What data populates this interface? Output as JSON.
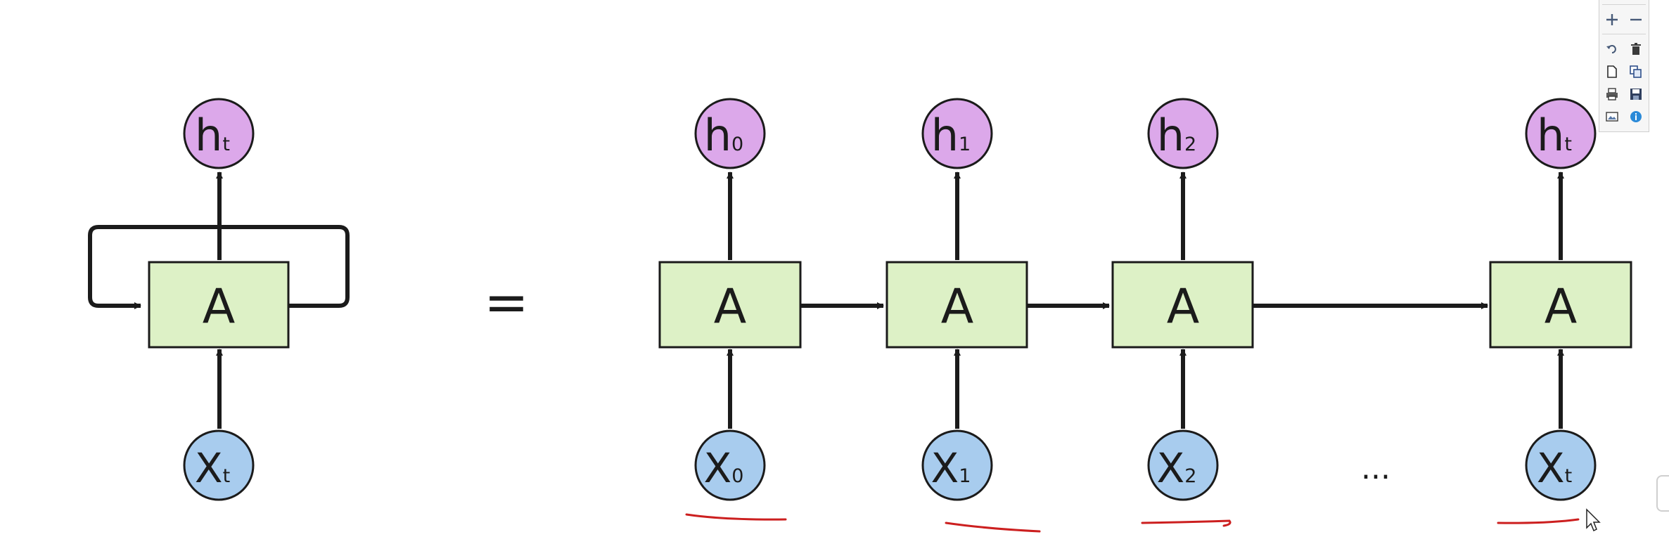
{
  "toolbar": {
    "buttons": [
      {
        "name": "zoom-in-button",
        "icon": "plus-icon"
      },
      {
        "name": "zoom-out-button",
        "icon": "minus-icon"
      },
      {
        "name": "undo-button",
        "icon": "undo-icon"
      },
      {
        "name": "delete-button",
        "icon": "trash-icon"
      },
      {
        "name": "new-page-button",
        "icon": "new-page-icon"
      },
      {
        "name": "copy-button",
        "icon": "copy-icon"
      },
      {
        "name": "print-button",
        "icon": "printer-icon"
      },
      {
        "name": "save-button",
        "icon": "floppy-disk-icon"
      },
      {
        "name": "image-button",
        "icon": "image-icon"
      },
      {
        "name": "info-button",
        "icon": "info-icon"
      }
    ]
  },
  "diagram": {
    "rolled": {
      "output": {
        "base": "h",
        "sub": "t"
      },
      "cell": "A",
      "input": {
        "base": "X",
        "sub": "t"
      }
    },
    "equals": "=",
    "unrolled": [
      {
        "output": {
          "base": "h",
          "sub": "0"
        },
        "cell": "A",
        "input": {
          "base": "X",
          "sub": "0"
        }
      },
      {
        "output": {
          "base": "h",
          "sub": "1"
        },
        "cell": "A",
        "input": {
          "base": "X",
          "sub": "1"
        }
      },
      {
        "output": {
          "base": "h",
          "sub": "2"
        },
        "cell": "A",
        "input": {
          "base": "X",
          "sub": "2"
        }
      },
      {
        "output": {
          "base": "h",
          "sub": "t"
        },
        "cell": "A",
        "input": {
          "base": "X",
          "sub": "t"
        }
      }
    ],
    "ellipsis": "...",
    "colors": {
      "cell_fill": "#ddf1c6",
      "output_fill": "#dca8ea",
      "input_fill": "#a8ccee",
      "stroke": "#1b1b1b",
      "annotation": "#cc1f1f"
    }
  }
}
